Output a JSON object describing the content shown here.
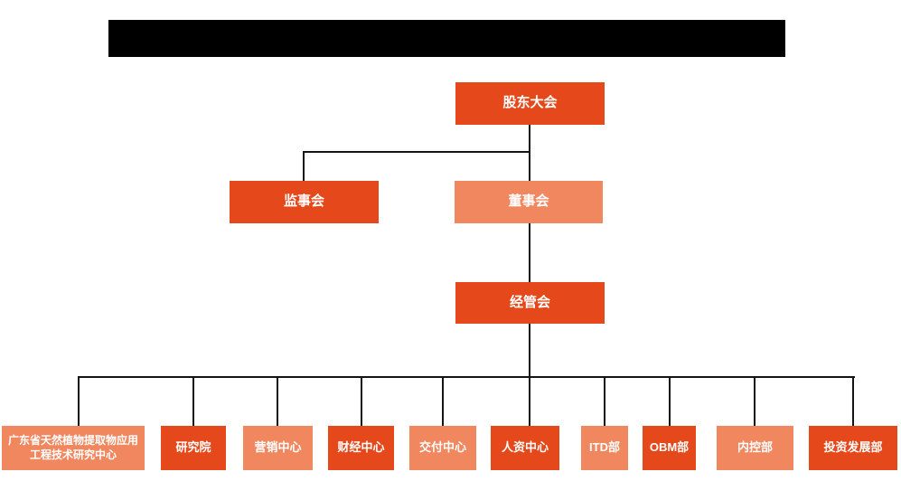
{
  "colors": {
    "primary": "#e5491b",
    "secondary": "#f0875f",
    "line": "#141414",
    "redacted": "#000000"
  },
  "org_chart": {
    "title": {
      "redacted": true,
      "text": ""
    },
    "levels": {
      "shareholders": {
        "label": "股东大会"
      },
      "supervisory_board": {
        "label": "监事会"
      },
      "board_of_directors": {
        "label": "董事会"
      },
      "management_committee": {
        "label": "经管会"
      }
    },
    "departments": [
      {
        "label": "广东省天然植物提取物应用工程技术研究中心",
        "variant": "secondary"
      },
      {
        "label": "研究院",
        "variant": "primary"
      },
      {
        "label": "营销中心",
        "variant": "secondary"
      },
      {
        "label": "财经中心",
        "variant": "primary"
      },
      {
        "label": "交付中心",
        "variant": "secondary"
      },
      {
        "label": "人资中心",
        "variant": "primary"
      },
      {
        "label": "ITD部",
        "variant": "secondary"
      },
      {
        "label": "OBM部",
        "variant": "primary"
      },
      {
        "label": "内控部",
        "variant": "secondary"
      },
      {
        "label": "投资发展部",
        "variant": "primary"
      }
    ]
  }
}
